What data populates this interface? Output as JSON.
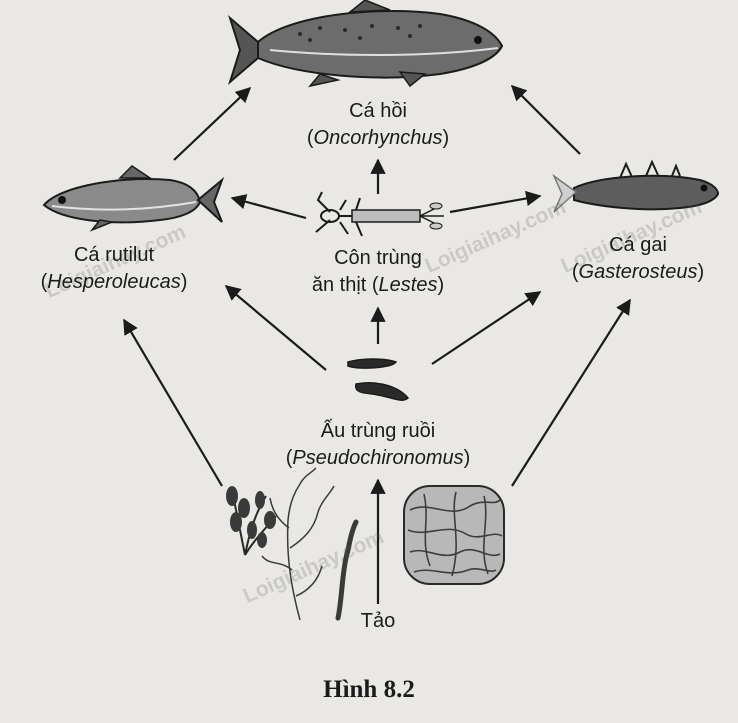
{
  "nodes": {
    "salmon": {
      "name": "Cá hồi",
      "sci": "Oncorhynchus",
      "icon": "salmon-fish-icon"
    },
    "rutilut": {
      "name": "Cá rutilut",
      "sci": "Hesperoleucas",
      "icon": "minnow-fish-icon"
    },
    "stickleback": {
      "name": "Cá gai",
      "sci": "Gasterosteus",
      "icon": "stickleback-fish-icon"
    },
    "insect": {
      "name_line1": "Côn trùng",
      "name_line2_prefix": "ăn thịt (",
      "sci": "Lestes",
      "name_line2_suffix": ")",
      "icon": "damselfly-nymph-icon"
    },
    "larva": {
      "name": "Ấu trùng ruồi",
      "sci": "Pseudochironomus",
      "icon": "fly-larva-icon"
    },
    "algae": {
      "name": "Tảo",
      "icon": "algae-icon"
    }
  },
  "caption": "Hình 8.2",
  "watermarks": [
    "Loigiaihay.com",
    "Loigiaihay.com",
    "Loigiaihay.com",
    "Loigiaihay.com"
  ],
  "colors": {
    "ink": "#1b1b1b",
    "background": "#e9e8e4"
  }
}
